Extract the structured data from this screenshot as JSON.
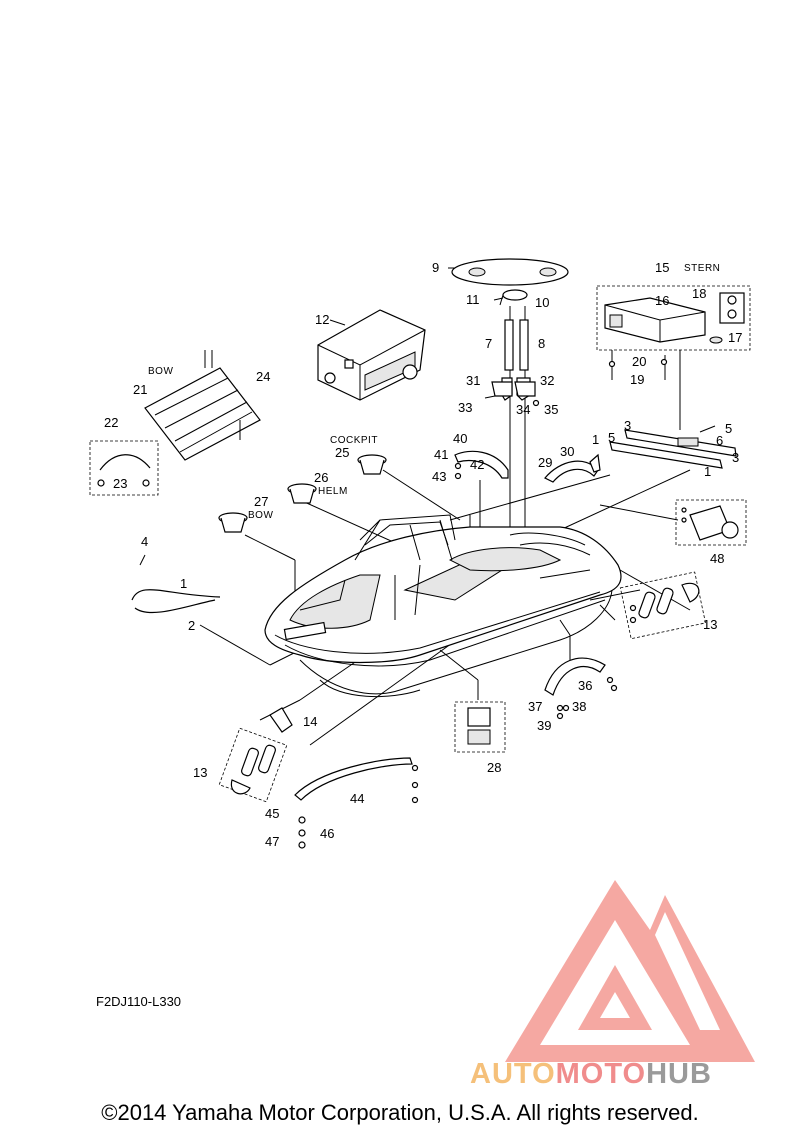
{
  "diagram": {
    "labels": [
      "1",
      "2",
      "3",
      "4",
      "5",
      "6",
      "7",
      "8",
      "9",
      "10",
      "11",
      "12",
      "13",
      "14",
      "15",
      "16",
      "17",
      "18",
      "19",
      "20",
      "21",
      "22",
      "23",
      "24",
      "25",
      "26",
      "27",
      "28",
      "29",
      "30",
      "31",
      "32",
      "33",
      "34",
      "35",
      "36",
      "37",
      "38",
      "39",
      "40",
      "41",
      "42",
      "43",
      "44",
      "45",
      "46",
      "47",
      "48"
    ],
    "areas": {
      "stern": "STERN",
      "bow": "BOW",
      "cockpit": "COCKPIT",
      "helm": "HELM"
    },
    "drawing_code": "F2DJ110-L330",
    "copyright": "©2014 Yamaha Motor Corporation, U.S.A. All rights reserved."
  },
  "watermark": {
    "part1": "AUTO",
    "part2": "MOTO",
    "part3": "HUB",
    "color_part1": "#f5c07a",
    "color_part2": "#f08c8c",
    "color_part3": "#9a9a9a",
    "logo_color": "#f49a92"
  }
}
